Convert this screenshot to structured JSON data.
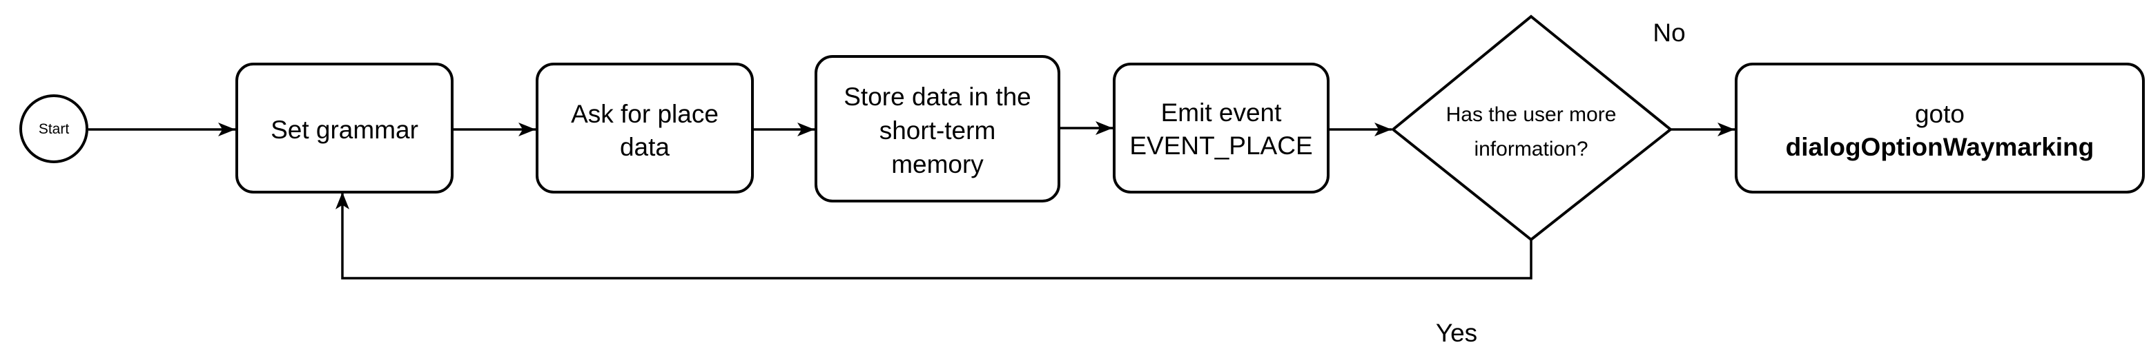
{
  "diagram": {
    "start": {
      "label": "Start"
    },
    "nodes": {
      "set_grammar": {
        "label": "Set grammar"
      },
      "ask_place": {
        "line1": "Ask for place",
        "line2": "data"
      },
      "store_data": {
        "line1": "Store data in the",
        "line2": "short-term",
        "line3": "memory"
      },
      "emit_event": {
        "line1": "Emit event",
        "line2": "EVENT_PLACE"
      },
      "decision": {
        "line1": "Has the user more",
        "line2": "information?"
      },
      "goto": {
        "line1": "goto",
        "line2": "dialogOptionWaymarking"
      }
    },
    "edges": {
      "no_label": "No",
      "yes_label": "Yes"
    }
  }
}
